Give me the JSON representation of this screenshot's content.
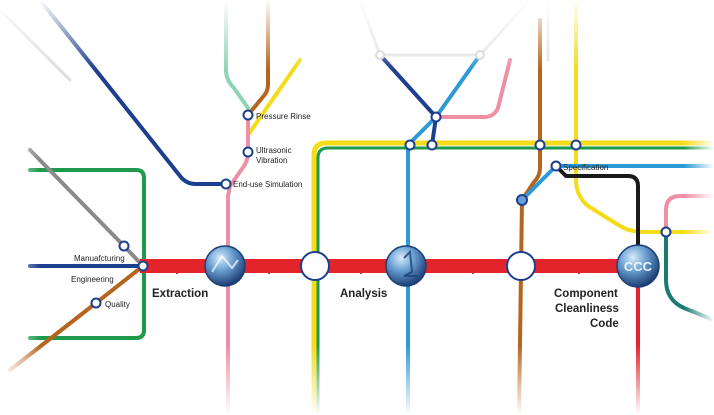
{
  "stations": {
    "pressure_rinse": "Pressure Rinse",
    "ultrasonic_line1": "Ultrasonic",
    "ultrasonic_line2": "Vibration",
    "end_use_simulation": "End-use Simulation",
    "manufacturing": "Manuafcturing",
    "engineering": "Engineering",
    "quality": "Quality",
    "specification": "Specification"
  },
  "hubs": {
    "extraction": "Extraction",
    "analysis": "Analysis",
    "ccc_line1": "Component",
    "ccc_line2": "Cleanliness",
    "ccc_line3": "Code",
    "ccc_symbol": "CCC"
  },
  "colors": {
    "main_red": "#e4242b",
    "navy": "#1c3f8f",
    "green": "#1e9a4a",
    "gray": "#8a8a8a",
    "brown": "#b5651d",
    "pink": "#ee8fa4",
    "yellow": "#f4dc19",
    "teal": "#1b7a74",
    "blue": "#2b9ad6",
    "mint": "#8ed4b5",
    "black": "#1a1a1a",
    "hub_blue": "#2f5f9c"
  }
}
